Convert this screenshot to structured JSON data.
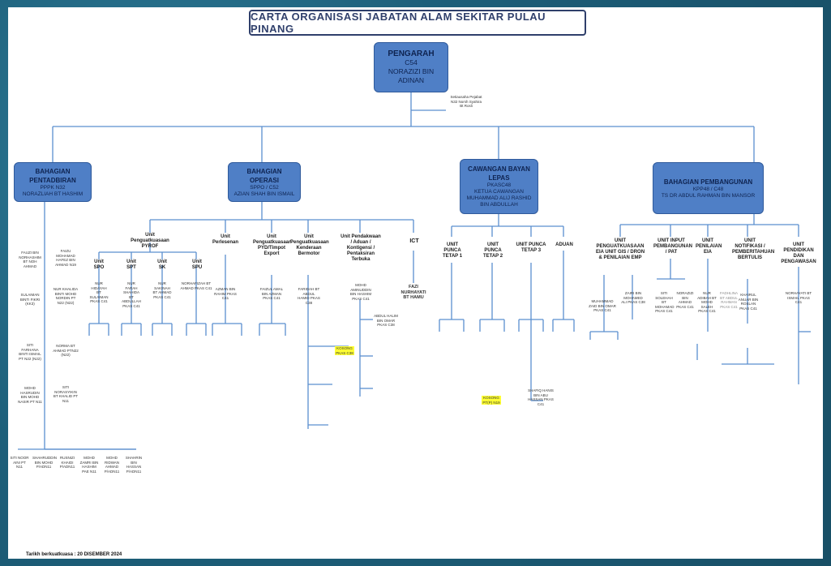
{
  "title": "CARTA ORGANISASI JABATAN ALAM SEKITAR PULAU PINANG",
  "director": {
    "role": "PENGARAH",
    "grade": "C54",
    "name": "NORAZIZI BIN ADINAN"
  },
  "secretary": "Setiausaha Pejabat N32 Norsh Syahira Bt Rosli",
  "divisions": [
    {
      "title": "BAHAGIAN PENTADBIRAN",
      "grade": "PPPK N32",
      "name": "NORAZLIAH BT HASHIM"
    },
    {
      "title": "BAHAGIAN OPERASI",
      "grade": "SPPO / C52",
      "name": "AZIAN SHAH BIN ISMAIL"
    },
    {
      "title": "CAWANGAN BAYAN LEPAS",
      "grade": "PKASC48",
      "name": "KETUA CAWANGAN MUHAMMAD ALIJ RASHID BIN ABDULLAH"
    },
    {
      "title": "BAHAGIAN PEMBANGUNAN",
      "grade": "KPP48 / C48",
      "name": "TS DR ABDUL RAHMAN BIN MANSOR"
    }
  ],
  "units": {
    "pyrof": "Unit Penguatkuasaan PYROF",
    "sub_spo": "Unit SPO",
    "sub_spt": "Unit SPT",
    "sub_sk": "Unit SK",
    "sub_spu": "Unit SPU",
    "perlesenan": "Unit Perlesenan",
    "pyd": "Unit Penguatkuasaan PYD/Timpot Export",
    "kenderaan": "Unit Penguatkuasaan Kenderaan Bermotor",
    "pendakwaan": "Unit Pendakwaan / Aduan / Kontigensi / Pentaksiran Terbuka",
    "ict": "ICT",
    "ict_staff": "FAZI NURHAYATI BT HAMU",
    "punca1": "UNIT PUNCA TETAP 1",
    "punca2": "UNIT PUNCA TETAP 2",
    "punca3": "UNIT PUNCA TETAP 3",
    "aduan": "ADUAN",
    "gis": "UNIT PENGUATKUASAAN EIA UNIT GIS / DRON & PENILAIAN EMP",
    "input": "UNIT INPUT PEMBANGUNAN / PAT",
    "penilaian": "UNIT PENILAIAN EIA",
    "notifikasi": "UNIT NOTIFIKASI / PEMBERITAHUAN BERTULIS",
    "pendidikan": "UNIT PENDIDIKAN DAN PENGAWASAN"
  },
  "staff": {
    "admin_left": [
      "FAUZI BIN NORHASHIM BT NOH AHMAD",
      "SULAIMAN BINTI FIKRI (KK3)",
      "SITI FARHANA BINTI ISMAIL PT N22 (N22)",
      "MOHD HASRUDIN BIN MOHD NASIR PT N11"
    ],
    "admin_right": [
      "FAIZU MOHAMAD HAFEZ BIN AHMAD N19",
      "NUR KHALIDA BINTI MOHD NORDIN PT N22 (N22)",
      "NORMA BT AHMAD PTN22 (N22)",
      "SITI NORASYIKIN BT KHALID PT N11"
    ],
    "admin_bottom": [
      "SITI NOOR AINI PT N11",
      "SHAHRUDDIN BIN MOHD P/ADN11",
      "RUSNIZI KHAIDI P/ADN11",
      "MOHD ZAMRI BIN HASHIM PAE N11",
      "MOHD RIDWAN AHMAD P/ADN11",
      "SHAHRIN BIN HASSAN P/ADN11"
    ],
    "pyrof_staff": [
      "NUR HIDAYAH BT SULAIMAN PKAS C41",
      "NUR FARAH SHAHIDA BT ABDULLAH PKAS C41",
      "NUR SAKINAH BT AHMAD PKAS C41",
      "NORHAFIZAH BT AHMAD PKAS C41"
    ],
    "perlesenan_staff": "AZMAN BIN RAHIM PKAS C41",
    "pyd_staff": "FAIZUL AMAL BIN AZMAN PKAS C41",
    "kenderaan_staff": "FARIDAH BT ABDUL HAMID PKAS C38",
    "pendakwaan_staff": "MOHD AMINUDDIN BIN HASHIM PKAS C41",
    "pendakwaan_sub": "ABDUL HALIM BIN OMAR PKAS C38",
    "highlight_op": "KOSONG PKAS C38",
    "highlight_bl": "KOSONG PT(P) N19",
    "bl_staff": "SHAFIQ HANIS BIN ABU HASSAN PKAS C41",
    "gis_staff": [
      "MUHAMMAD ZAID BIN OMAR PKAS C41",
      "ZAIRI BIN MOHAMED ALI PKAS C38"
    ],
    "input_staff": [
      "SITI SOLEHAH BT MOHAMAD PKAS C41",
      "NORAZIZI BIN AHMAD PKAS C41"
    ],
    "penilaian_staff": [
      "NUR ADIBAH BT MOHD SALEH PKAS C41",
      "FADHLINA BT ABDUL RAHMAN PKAS C41"
    ],
    "notifikasi_staff": "KHAIRUL ANUAR BIN ROSLAN PKAS C41",
    "pendidikan_staff": "NORHAYATI BT ISMAIL PKAS C41"
  },
  "footer_date": "Tarikh berkuatkuasa : 20 DISEMBER 2024"
}
